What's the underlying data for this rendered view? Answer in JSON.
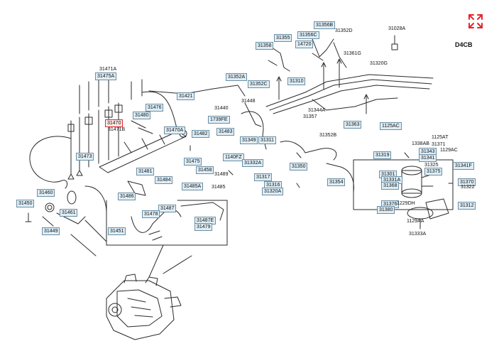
{
  "model_label": "D4CB",
  "expand_icon_color": "#e0262b",
  "part_codes": {
    "c31471A": "31471A",
    "c31475A": "31475A",
    "c31471B": "31471B",
    "c31421": "31421",
    "c31476": "31476",
    "c31480": "31480",
    "c31470": "31470",
    "c31470A": "31470A",
    "c31482": "31482",
    "c31483": "31483",
    "c31473": "31473",
    "c31475": "31475",
    "c31458": "31458",
    "c31481": "31481",
    "c31484": "31484",
    "c31486": "31486",
    "c31485A": "31485A",
    "c31485": "31485",
    "c31487": "31487",
    "c31487E": "31487E",
    "c31479": "31479",
    "c31478": "31478",
    "c31451": "31451",
    "c31460": "31460",
    "c31461": "31461",
    "c31450": "31450",
    "c1140FZ": "1140FZ",
    "c31349": "31349",
    "c31352A": "31352A",
    "c31352C": "31352C",
    "c31332A": "31332A",
    "c1739FE": "1739FE",
    "c31311": "31311",
    "c31317": "31317",
    "c31316": "31316",
    "c31320A": "31320A",
    "c31310": "31310",
    "c31350": "31350",
    "c31354": "31354",
    "c31358": "31358",
    "c31355": "31355",
    "c31356B": "31356B",
    "c31356C": "31356C",
    "c31352D": "31352D",
    "c31028A": "31028A",
    "c31361G": "31361G",
    "c31320G": "31320G",
    "c31344A": "31344A",
    "c31357": "31357",
    "c31352B": "31352B",
    "c31363": "31363",
    "c1125AC": "1125AC",
    "c31319": "31319",
    "c1338AB": "1338AB",
    "c31343": "31343",
    "c31341": "31341",
    "c31341F": "31341F",
    "c31375": "31375",
    "c31301": "31301",
    "c31331A": "31331A",
    "c31368": "31368",
    "c31370": "31370",
    "c31376": "31376",
    "c31380": "31380",
    "c31322": "31322",
    "c31312": "31312",
    "c31333A": "31333A",
    "c31371": "31371",
    "c1125AT": "1125AT",
    "c1129AC": "1129AC",
    "c31325": "31325",
    "c1229DH": "1229DH",
    "c1129AA": "1129AA",
    "c14720": "14720",
    "c31449": "31449",
    "c31440": "31440",
    "c31448": "31448",
    "c31489": "31489"
  }
}
